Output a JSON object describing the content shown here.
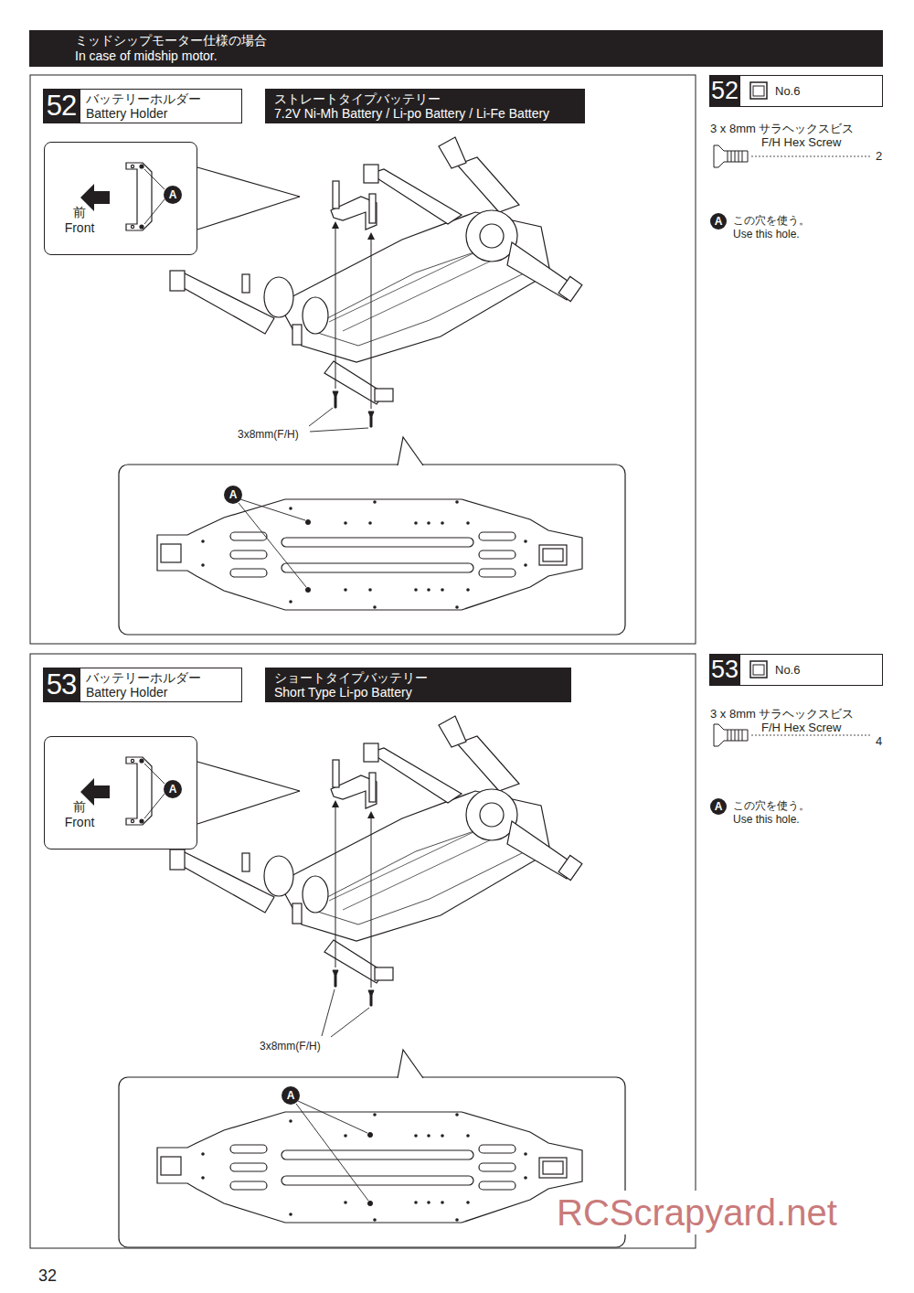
{
  "diagram": {
    "nodes": [
      {
        "text": [
          "ミッドシップモーター仕様の場合",
          "In case of midship motor."
        ]
      },
      {
        "text": [
          "52"
        ]
      },
      {
        "text": [
          "バッテリーホルダー",
          "Battery Holder"
        ]
      },
      {
        "text": [
          "ストレートタイプバッテリー",
          "7.2V Ni-Mh Battery / Li-po Battery / Li-Fe Battery"
        ]
      },
      {
        "text": [
          "前",
          "Front"
        ]
      },
      {
        "text": [
          "A"
        ],
        "in": 4
      },
      {
        "text": [
          "A"
        ]
      },
      {
        "text": [
          "No.6"
        ]
      },
      {
        "text": [
          "52"
        ],
        "in": 7
      },
      {
        "text": [
          "A"
        ]
      },
      {
        "text": [
          "53"
        ]
      },
      {
        "text": [
          "バッテリーホルダー",
          "Battery Holder"
        ]
      },
      {
        "text": [
          "ショートタイプバッテリー",
          "Short Type Li-po Battery"
        ]
      },
      {
        "text": [
          "前",
          "Front"
        ]
      },
      {
        "text": [
          "A"
        ],
        "in": 13
      },
      {
        "text": [
          "A"
        ]
      },
      {
        "text": [
          "No.6"
        ]
      },
      {
        "text": [
          "53"
        ],
        "in": 16
      },
      {
        "text": [
          "A"
        ]
      }
    ],
    "labels": [
      "3 x 8mm サラヘックスビス",
      "F/H Hex Screw",
      "2",
      "この穴を使う。",
      "Use this hole.",
      "3x8mm(F/H)",
      "3 x 8mm サラヘックスビス",
      "F/H Hex Screw",
      "4",
      "この穴を使う。",
      "Use this hole.",
      "3x8mm(F/H)",
      "32",
      "RCScrapyard.net"
    ]
  }
}
